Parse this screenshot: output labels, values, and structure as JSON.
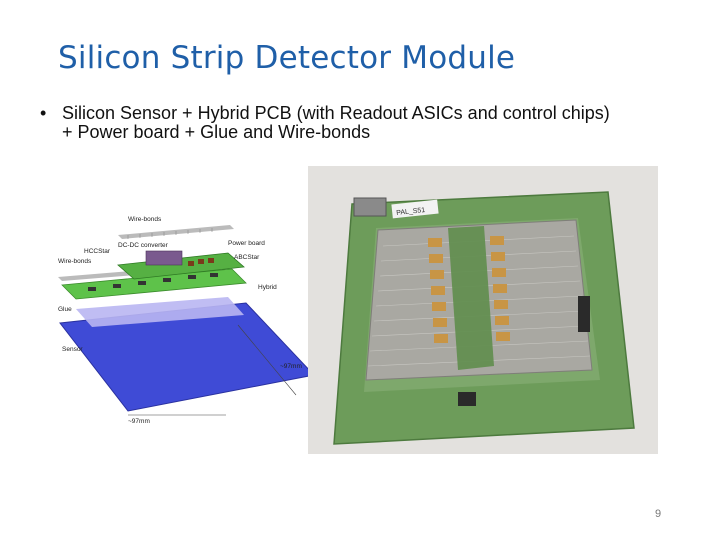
{
  "slide": {
    "title": "Silicon Strip Detector Module",
    "bullet_symbol": "•",
    "bullet_text": "Silicon Sensor + Hybrid PCB (with Readout ASICs and control chips) + Power board + Glue and Wire-bonds",
    "page_number": "9"
  },
  "diagram": {
    "labels": {
      "wire_bonds_top": "Wire-bonds",
      "dcdc": "DC-DC converter",
      "power_board": "Power board",
      "hccstar": "HCCStar",
      "abcstar": "ABCStar",
      "wire_bonds_side": "Wire-bonds",
      "hybrid": "Hybrid",
      "glue": "Glue",
      "sensor": "Sensor",
      "dim_side": "~97mm",
      "dim_bottom": "~97mm"
    }
  },
  "photo": {
    "pcb_label": "PAL_S51"
  },
  "colors": {
    "title": "#1f5fa8",
    "pcb_green": "#6d9c5a",
    "sensor_blue": "#3f4bd6",
    "glue_lavender": "#b9b6f2",
    "hybrid_green": "#5ec24a"
  }
}
